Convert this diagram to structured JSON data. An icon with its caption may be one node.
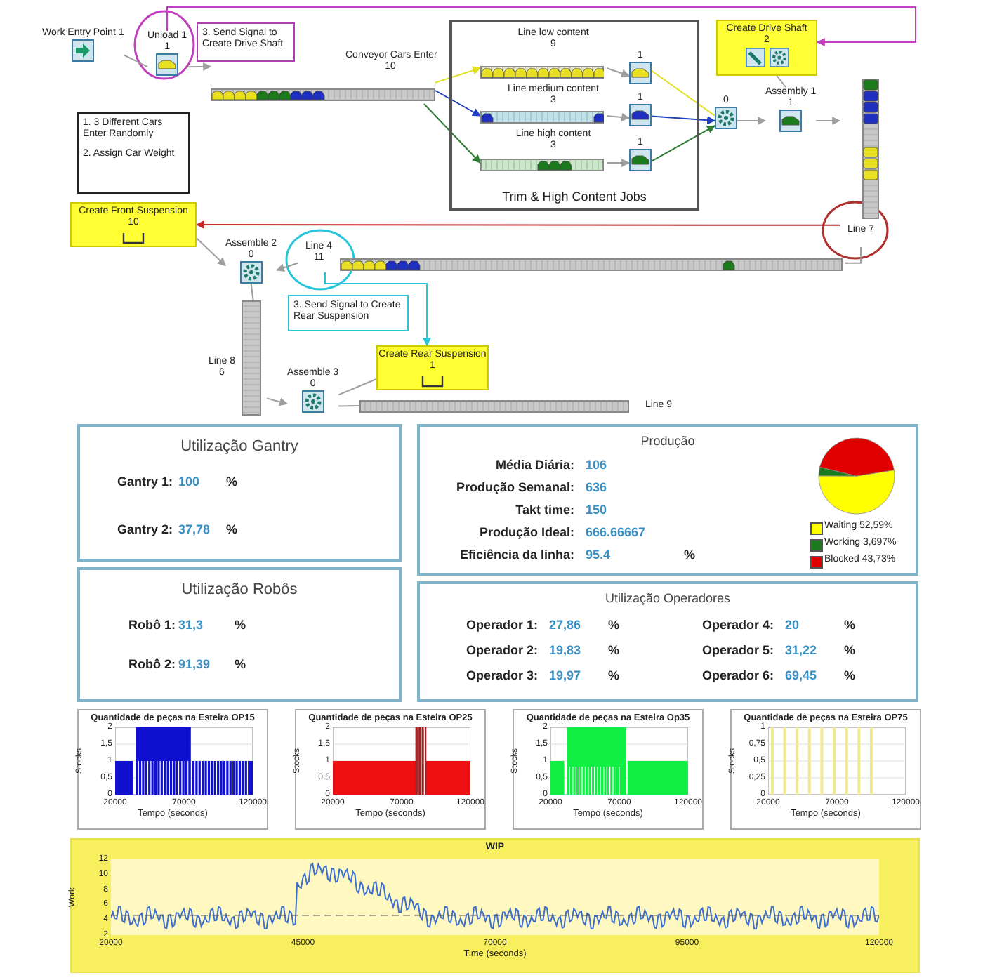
{
  "diagram": {
    "nodes": [
      {
        "text": [
          "Work Entry Point 1"
        ]
      },
      {
        "text": [
          "Unload 1",
          "1"
        ]
      },
      {
        "text": [
          "3. Send Signal to Create Drive Shaft"
        ]
      },
      {
        "text": [
          "Conveyor Cars Enter",
          "10"
        ]
      },
      {
        "text": [
          "Trim & High Content Jobs"
        ]
      },
      {
        "text": [
          "Line low content",
          "9"
        ],
        "in": 4
      },
      {
        "text": [
          "Line medium content",
          "3"
        ],
        "in": 4
      },
      {
        "text": [
          "Line high content",
          "3"
        ],
        "in": 4
      },
      {
        "text": [
          "1"
        ],
        "in": 4
      },
      {
        "text": [
          "1"
        ],
        "in": 4
      },
      {
        "text": [
          "1"
        ],
        "in": 4
      },
      {
        "text": [
          "Create Drive Shaft",
          "2"
        ]
      },
      {
        "text": [
          "0"
        ]
      },
      {
        "text": [
          "Assembly 1",
          "1"
        ]
      },
      {
        "text": [
          "Line 7"
        ]
      },
      {
        "text": [
          "1. 3 Different Cars Enter Randomly",
          "2. Assign Car Weight"
        ]
      },
      {
        "text": [
          "Create Front Suspension",
          "10"
        ]
      },
      {
        "text": [
          "Assemble 2",
          "0"
        ]
      },
      {
        "text": [
          "Line 4",
          "11"
        ]
      },
      {
        "text": [
          "3. Send Signal to Create Rear Suspension"
        ]
      },
      {
        "text": [
          "Create Rear Suspension",
          "1"
        ]
      },
      {
        "text": [
          "Line 8",
          "6"
        ]
      },
      {
        "text": [
          "Assemble 3",
          "0"
        ]
      },
      {
        "text": [
          "Line 9"
        ]
      },
      {
        "text": [
          "Utilização Gantry",
          "Gantry 1:",
          "100",
          "%",
          "Gantry 2:",
          "37,78",
          "%"
        ]
      },
      {
        "text": [
          "Utilização Robôs",
          "Robô 1:",
          "31,3",
          "%",
          "Robô 2:",
          "91,39",
          "%"
        ]
      },
      {
        "text": [
          "Produção",
          "Média Diária:",
          "106",
          "Produção Semanal:",
          "636",
          "Takt time:",
          "150",
          "Produção Ideal:",
          "666.66667",
          "Eficiência da linha:",
          "95.4",
          "%"
        ]
      },
      {
        "text": [
          "Utilização Operadores",
          "Operador 1:",
          "27,86",
          "%",
          "Operador 4:",
          "20",
          "%",
          "Operador 2:",
          "19,83",
          "%",
          "Operador 5:",
          "31,22",
          "%",
          "Operador 3:",
          "19,97",
          "%",
          "Operador 6:",
          "69,45",
          "%"
        ]
      },
      {
        "text": [
          "Quantidade de peças na Esteira OP15",
          "Stocks",
          "Tempo (seconds)",
          "20000",
          "70000",
          "120000",
          "2",
          "1,5",
          "1",
          "0,5",
          "0"
        ]
      },
      {
        "text": [
          "Quantidade de peças na Esteira OP25",
          "Stocks",
          "Tempo (seconds)",
          "20000",
          "70000",
          "120000",
          "2",
          "1,5",
          "1",
          "0,5",
          "0"
        ]
      },
      {
        "text": [
          "Quantidade de peças na Esteira Op35",
          "Stocks",
          "Tempo (seconds)",
          "20000",
          "70000",
          "120000",
          "2",
          "1,5",
          "1",
          "0,5",
          "0"
        ]
      },
      {
        "text": [
          "Quantidade de peças na Esteira OP75",
          "Stocks",
          "Tempo (seconds)",
          "20000",
          "70000",
          "120000",
          "1",
          "0,75",
          "0,5",
          "0,25",
          "0"
        ]
      },
      {
        "text": [
          "WIP",
          "Work",
          "Time (seconds)",
          "20000",
          "45000",
          "70000",
          "95000",
          "120000",
          "12",
          "10",
          "8",
          "6",
          "4",
          "2"
        ]
      }
    ],
    "edges": [
      {
        "from": 0,
        "to": 1,
        "arrow": "none"
      },
      {
        "from": 1,
        "to": 3,
        "arrow": "to"
      },
      {
        "from": 1,
        "to": 11,
        "arrow": "to",
        "color": "#c040c0"
      },
      {
        "from": 3,
        "to": 5,
        "arrow": "to",
        "color": "#e0e020"
      },
      {
        "from": 3,
        "to": 6,
        "arrow": "to",
        "color": "#1f3fbf"
      },
      {
        "from": 3,
        "to": 7,
        "arrow": "to",
        "color": "#2e7d32"
      },
      {
        "from": 5,
        "to": 8,
        "arrow": "to"
      },
      {
        "from": 6,
        "to": 9,
        "arrow": "to"
      },
      {
        "from": 7,
        "to": 10,
        "arrow": "to"
      },
      {
        "from": 8,
        "to": 12,
        "arrow": "none",
        "color": "#e0e020"
      },
      {
        "from": 9,
        "to": 12,
        "arrow": "to",
        "color": "#1f3fbf"
      },
      {
        "from": 10,
        "to": 12,
        "arrow": "to",
        "color": "#2e7d32"
      },
      {
        "from": 11,
        "to": 13,
        "arrow": "none"
      },
      {
        "from": 12,
        "to": 13,
        "arrow": "to"
      },
      {
        "from": 13,
        "to": 14,
        "arrow": "to"
      },
      {
        "from": 14,
        "to": 16,
        "arrow": "to",
        "color": "#c62828"
      },
      {
        "from": 16,
        "to": 17,
        "arrow": "to"
      },
      {
        "from": 14,
        "to": 18,
        "arrow": "none"
      },
      {
        "from": 18,
        "to": 17,
        "arrow": "to"
      },
      {
        "from": 18,
        "to": 20,
        "arrow": "to",
        "color": "#26c6da"
      },
      {
        "from": 17,
        "to": 21,
        "arrow": "none"
      },
      {
        "from": 21,
        "to": 22,
        "arrow": "to"
      },
      {
        "from": 20,
        "to": 22,
        "arrow": "none"
      },
      {
        "from": 22,
        "to": 23,
        "arrow": "none"
      }
    ],
    "legend": [
      {
        "text": "Waiting 52,59%",
        "color": "#ffff00"
      },
      {
        "text": "Working 3,697%",
        "color": "#1b7a1b"
      },
      {
        "text": "Blocked 43,73%",
        "color": "#e00000"
      }
    ],
    "chart_data": {
      "type": "pie",
      "values": [
        52.59,
        3.697,
        43.73
      ]
    }
  }
}
